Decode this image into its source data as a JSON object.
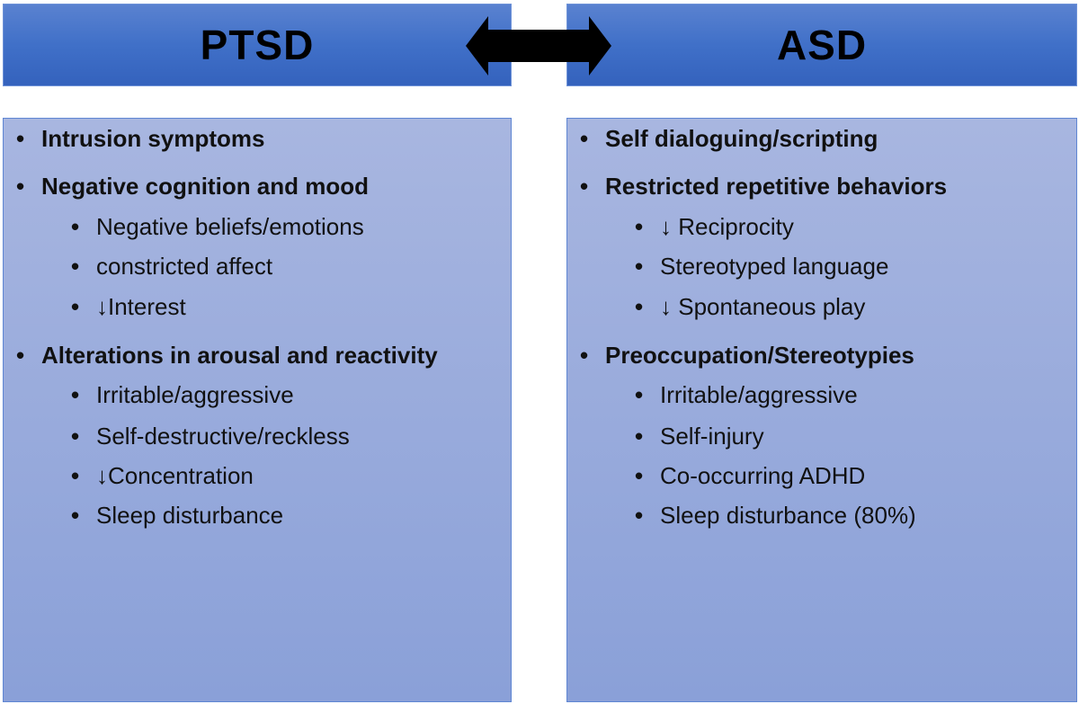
{
  "left": {
    "title": "PTSD",
    "items": [
      {
        "text": "Intrusion symptoms",
        "level": 1
      },
      {
        "text": "Negative cognition and mood",
        "level": 1
      },
      {
        "text": "Negative beliefs/emotions",
        "level": 2
      },
      {
        "text": "constricted affect",
        "level": 2
      },
      {
        "text": "↓Interest",
        "level": 2
      },
      {
        "text": "Alterations in arousal and reactivity",
        "level": 1
      },
      {
        "text": "Irritable/aggressive",
        "level": 2
      },
      {
        "text": "Self-destructive/reckless",
        "level": 2
      },
      {
        "text": "↓Concentration",
        "level": 2
      },
      {
        "text": "Sleep disturbance",
        "level": 2
      }
    ]
  },
  "right": {
    "title": "ASD",
    "items": [
      {
        "text": "Self dialoguing/scripting",
        "level": 1
      },
      {
        "text": "Restricted repetitive behaviors",
        "level": 1
      },
      {
        "text": "↓ Reciprocity",
        "level": 2
      },
      {
        "text": "Stereotyped language",
        "level": 2
      },
      {
        "text": "↓ Spontaneous play",
        "level": 2
      },
      {
        "text": "Preoccupation/Stereotypies",
        "level": 1
      },
      {
        "text": "Irritable/aggressive",
        "level": 2
      },
      {
        "text": "Self-injury",
        "level": 2
      },
      {
        "text": "Co-occurring ADHD",
        "level": 2
      },
      {
        "text": "Sleep disturbance (80%)",
        "level": 2
      }
    ]
  },
  "colors": {
    "header": "#4070c8",
    "box": "#99abdc"
  }
}
